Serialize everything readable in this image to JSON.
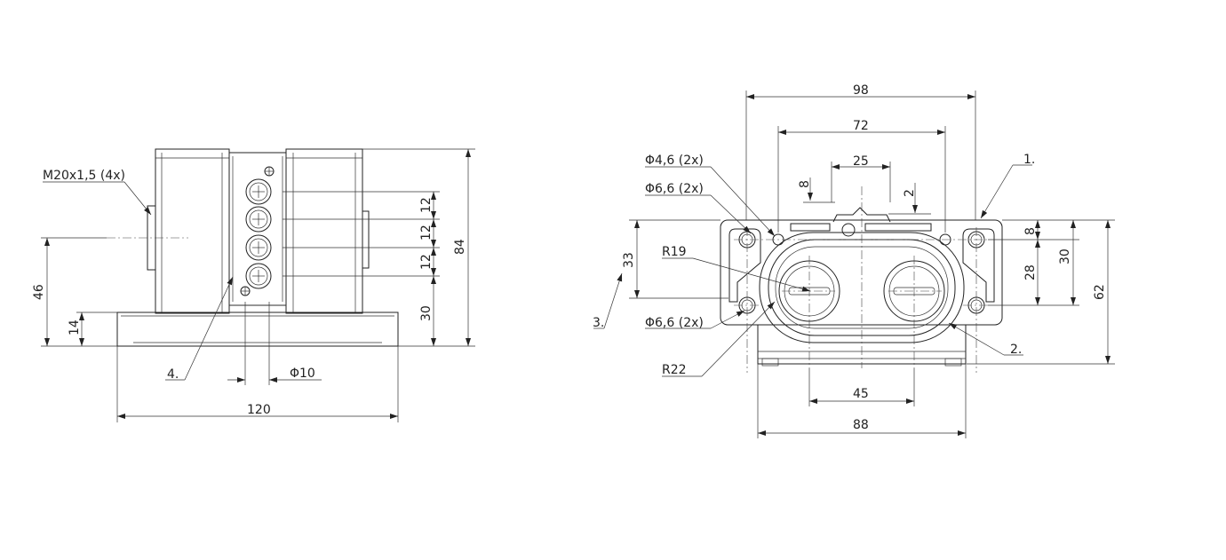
{
  "side_view": {
    "thread_label": "M20x1,5 (4x)",
    "dims": {
      "width": "120",
      "height_total": "84",
      "axis_height": "46",
      "base_height": "14",
      "led_pitch_1": "12",
      "led_pitch_2": "12",
      "led_pitch_3": "12",
      "led_offset": "30",
      "led_diameter": "Φ10"
    },
    "callout": "4."
  },
  "top_view": {
    "dims": {
      "overall_width": "98",
      "hole_spacing_x": "72",
      "center_slot": "25",
      "slot_width": "8",
      "slot_depth": "2",
      "plate_width": "88",
      "head_spacing": "45",
      "left_height": "33",
      "right_top": "8",
      "right_mid": "28",
      "right_pitch": "30",
      "right_total": "62"
    },
    "labels": {
      "hole_small": "Φ4,6 (2x)",
      "hole_large_top": "Φ6,6 (2x)",
      "hole_large_bottom": "Φ6,6 (2x)",
      "radius_1": "R19",
      "radius_2": "R22"
    },
    "callouts": {
      "c1": "1.",
      "c2": "2.",
      "c3": "3."
    }
  }
}
